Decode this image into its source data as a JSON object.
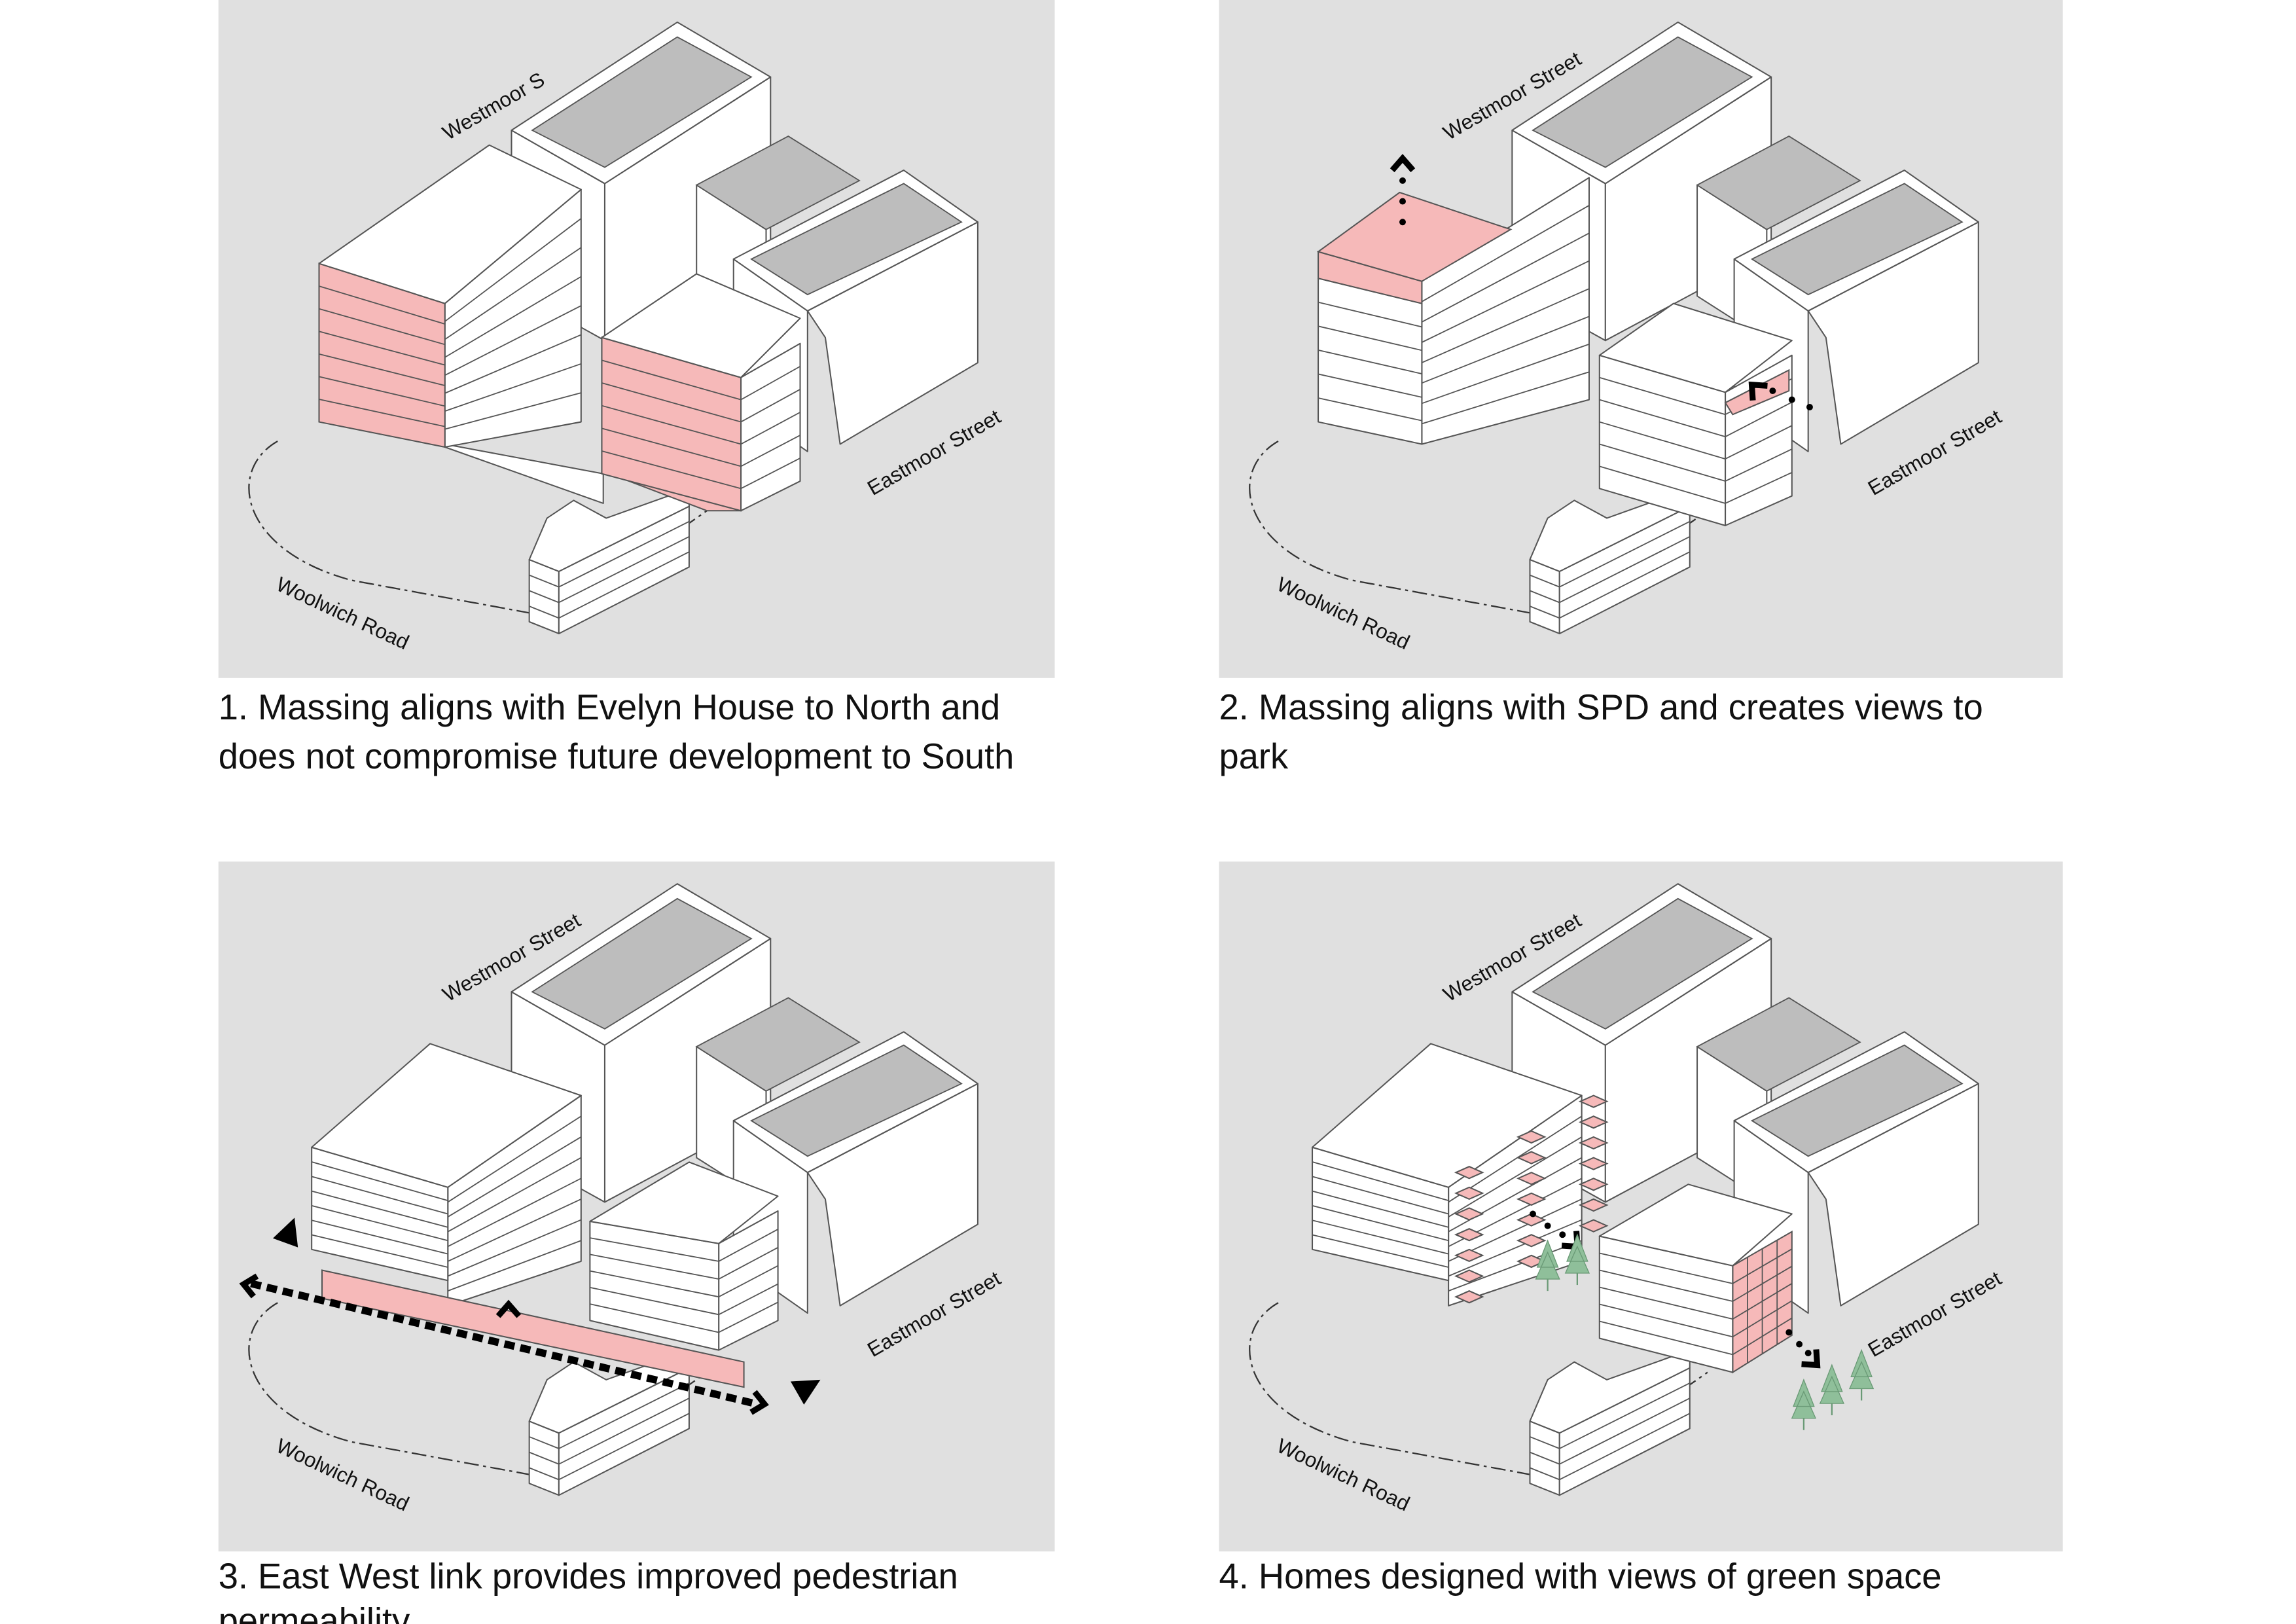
{
  "panels": [
    {
      "street_north": "Westmoor S",
      "street_east": "Eastmoor Street",
      "street_south": "Woolwich Road",
      "caption": [
        "1. Massing aligns with Evelyn House to North and",
        "does not compromise future development to South"
      ]
    },
    {
      "street_north": "Westmoor Street",
      "street_east": "Eastmoor Street",
      "street_south": "Woolwich Road",
      "caption": [
        "2. Massing aligns with SPD and creates views to",
        "park"
      ]
    },
    {
      "street_north": "Westmoor Street",
      "street_east": "Eastmoor Street",
      "street_south": "Woolwich Road",
      "caption": [
        "3. East West link provides improved pedestrian",
        "permeability"
      ]
    },
    {
      "street_north": "Westmoor Street",
      "street_east": "Eastmoor Street",
      "street_south": "Woolwich Road",
      "caption": [
        "4. Homes designed with views of green space"
      ]
    }
  ],
  "colors": {
    "highlight": "#f6b9b9",
    "background": "#e0e0e0",
    "roof": "#bdbdbd",
    "tree": "#8fbf9a"
  }
}
